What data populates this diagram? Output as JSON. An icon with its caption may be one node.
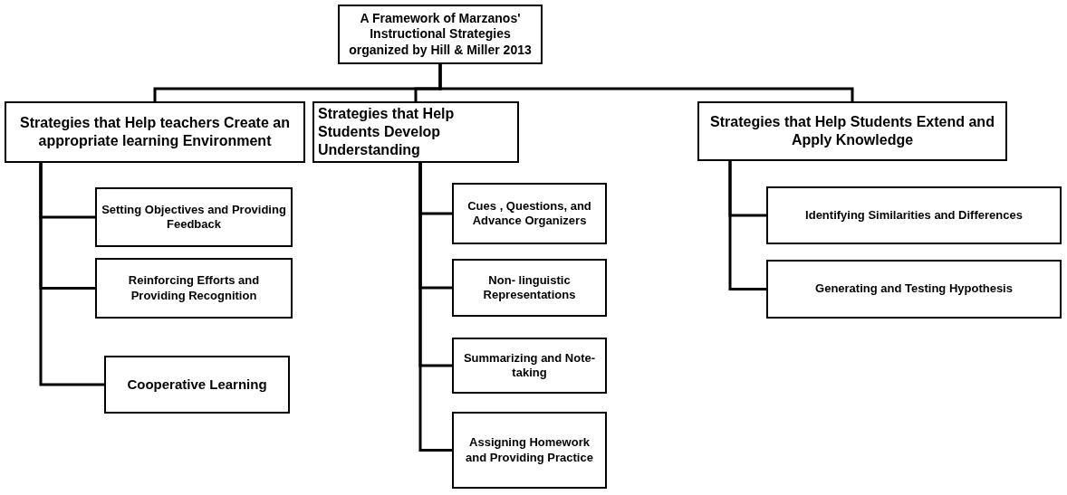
{
  "diagram": {
    "nodes": [
      {
        "text": [
          "A Framework of Marzanos' Instructional Strategies organized by Hill & Miller 2013"
        ]
      },
      {
        "text": [
          "Strategies that Help teachers Create an appropriate learning Environment"
        ]
      },
      {
        "text": [
          "Strategies that Help Students Develop Understanding"
        ]
      },
      {
        "text": [
          "Strategies that Help Students Extend and Apply Knowledge"
        ]
      },
      {
        "text": [
          "Setting Objectives and Providing Feedback"
        ]
      },
      {
        "text": [
          "Reinforcing Efforts and Providing Recognition"
        ]
      },
      {
        "text": [
          "Cooperative Learning"
        ]
      },
      {
        "text": [
          "Cues , Questions, and Advance Organizers"
        ]
      },
      {
        "text": [
          "Non- linguistic Representations"
        ]
      },
      {
        "text": [
          "Summarizing and Note- taking"
        ]
      },
      {
        "text": [
          "Assigning Homework and Providing Practice"
        ]
      },
      {
        "text": [
          "Identifying Similarities and Differences"
        ]
      },
      {
        "text": [
          "Generating and Testing Hypothesis"
        ]
      }
    ],
    "edges": [
      {
        "from": 0,
        "to": 1,
        "arrow": "none"
      },
      {
        "from": 0,
        "to": 2,
        "arrow": "none"
      },
      {
        "from": 0,
        "to": 3,
        "arrow": "none"
      },
      {
        "from": 1,
        "to": 4,
        "arrow": "none"
      },
      {
        "from": 1,
        "to": 5,
        "arrow": "none"
      },
      {
        "from": 1,
        "to": 6,
        "arrow": "none"
      },
      {
        "from": 2,
        "to": 7,
        "arrow": "none"
      },
      {
        "from": 2,
        "to": 8,
        "arrow": "none"
      },
      {
        "from": 2,
        "to": 9,
        "arrow": "none"
      },
      {
        "from": 2,
        "to": 10,
        "arrow": "none"
      },
      {
        "from": 3,
        "to": 11,
        "arrow": "none"
      },
      {
        "from": 3,
        "to": 12,
        "arrow": "none"
      }
    ]
  }
}
